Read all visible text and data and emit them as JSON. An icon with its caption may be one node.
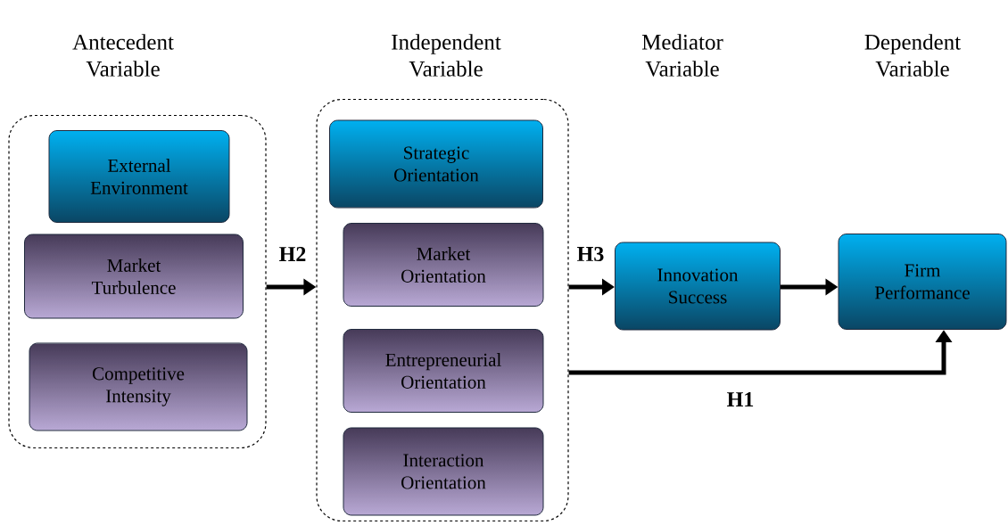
{
  "diagram": {
    "nodes": [
      {
        "text": [
          "Antecedent Variable"
        ]
      },
      {
        "text": [
          "External Environment"
        ],
        "in": 0
      },
      {
        "text": [
          "Market Turbulence"
        ],
        "in": 0
      },
      {
        "text": [
          "Competitive Intensity"
        ],
        "in": 0
      },
      {
        "text": [
          "Independent Variable"
        ]
      },
      {
        "text": [
          "Strategic Orientation"
        ],
        "in": 4
      },
      {
        "text": [
          "Market Orientation"
        ],
        "in": 4
      },
      {
        "text": [
          "Entrepreneurial Orientation"
        ],
        "in": 4
      },
      {
        "text": [
          "Interaction Orientation"
        ],
        "in": 4
      },
      {
        "text": [
          "Innovation Success"
        ]
      },
      {
        "text": [
          "Firm Performance"
        ]
      }
    ],
    "edges": [
      {
        "from": 0,
        "to": 4,
        "arrow": "to",
        "label": "H2"
      },
      {
        "from": 4,
        "to": 9,
        "arrow": "to",
        "label": "H3"
      },
      {
        "from": 9,
        "to": 10,
        "arrow": "to"
      },
      {
        "from": 4,
        "to": 10,
        "arrow": "to",
        "label": "H1"
      }
    ],
    "labels": [
      "Mediator Variable",
      "Dependent Variable"
    ]
  }
}
